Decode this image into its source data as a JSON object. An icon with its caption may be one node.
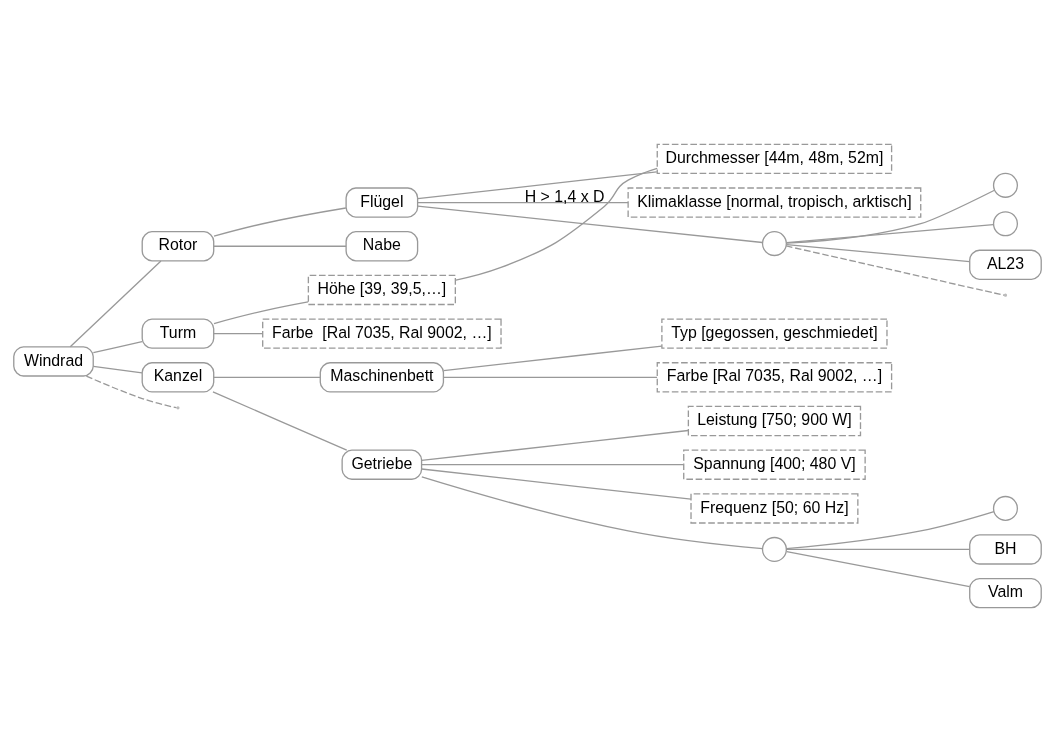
{
  "diagram": {
    "nodes": [
      {
        "text": [
          "Windrad"
        ]
      },
      {
        "text": [
          "Rotor"
        ]
      },
      {
        "text": [
          "Flügel"
        ]
      },
      {
        "text": [
          "Durchmesser [44m, 48m, 52m]"
        ]
      },
      {
        "text": [
          "Klimaklasse [normal, tropisch, arktisch]"
        ]
      },
      {
        "text": [
          "Nabe"
        ]
      },
      {
        "text": [
          "Turm"
        ]
      },
      {
        "text": [
          "Höhe [39, 39,5,…]"
        ]
      },
      {
        "text": [
          "Farbe  [Ral 7035, Ral 9002, …]"
        ]
      },
      {
        "text": [
          "Kanzel"
        ]
      },
      {
        "text": [
          "Maschinenbett"
        ]
      },
      {
        "text": [
          "Typ [gegossen, geschmiedet]"
        ]
      },
      {
        "text": [
          "Farbe [Ral 7035, Ral 9002, …]"
        ]
      },
      {
        "text": [
          "Getriebe"
        ]
      },
      {
        "text": [
          "Leistung [750; 900 W]"
        ]
      },
      {
        "text": [
          "Spannung [400; 480 V]"
        ]
      },
      {
        "text": [
          "Frequenz [50; 60 Hz]"
        ]
      },
      {
        "text": [],
        "shape": "circle"
      },
      {
        "text": [],
        "shape": "circle"
      },
      {
        "text": [],
        "shape": "circle"
      },
      {
        "text": [
          "AL23"
        ]
      },
      {
        "text": [],
        "shape": "circle"
      },
      {
        "text": [],
        "shape": "circle"
      },
      {
        "text": [
          "BH"
        ]
      },
      {
        "text": [
          "Valm"
        ]
      }
    ],
    "edges": [
      {
        "from": 0,
        "to": 1,
        "arrow": "none"
      },
      {
        "from": 1,
        "to": 2,
        "arrow": "none"
      },
      {
        "from": 2,
        "to": 3,
        "arrow": "none"
      },
      {
        "from": 2,
        "to": 4,
        "arrow": "none"
      },
      {
        "from": 1,
        "to": 5,
        "arrow": "none"
      },
      {
        "from": 0,
        "to": 6,
        "arrow": "none"
      },
      {
        "from": 6,
        "to": 7,
        "arrow": "none"
      },
      {
        "from": 6,
        "to": 8,
        "arrow": "none"
      },
      {
        "from": 0,
        "to": 9,
        "arrow": "none"
      },
      {
        "from": 9,
        "to": 10,
        "arrow": "none"
      },
      {
        "from": 10,
        "to": 11,
        "arrow": "none"
      },
      {
        "from": 10,
        "to": 12,
        "arrow": "none"
      },
      {
        "from": 9,
        "to": 13,
        "arrow": "none"
      },
      {
        "from": 13,
        "to": 14,
        "arrow": "none"
      },
      {
        "from": 13,
        "to": 15,
        "arrow": "none"
      },
      {
        "from": 13,
        "to": 16,
        "arrow": "none"
      },
      {
        "from": 0,
        "to": null,
        "arrow": "none",
        "style": "dashed"
      },
      {
        "from": 2,
        "to": 17,
        "arrow": "none"
      },
      {
        "from": 17,
        "to": 18,
        "arrow": "none"
      },
      {
        "from": 17,
        "to": 19,
        "arrow": "none"
      },
      {
        "from": 17,
        "to": 20,
        "arrow": "none"
      },
      {
        "from": 17,
        "to": null,
        "arrow": "none",
        "style": "dashed"
      },
      {
        "from": 3,
        "to": 7,
        "arrow": "none",
        "label": "H > 1,4 x D"
      },
      {
        "from": 13,
        "to": 21,
        "arrow": "none"
      },
      {
        "from": 21,
        "to": 22,
        "arrow": "none"
      },
      {
        "from": 21,
        "to": 23,
        "arrow": "none"
      },
      {
        "from": 21,
        "to": 24,
        "arrow": "none"
      }
    ]
  }
}
